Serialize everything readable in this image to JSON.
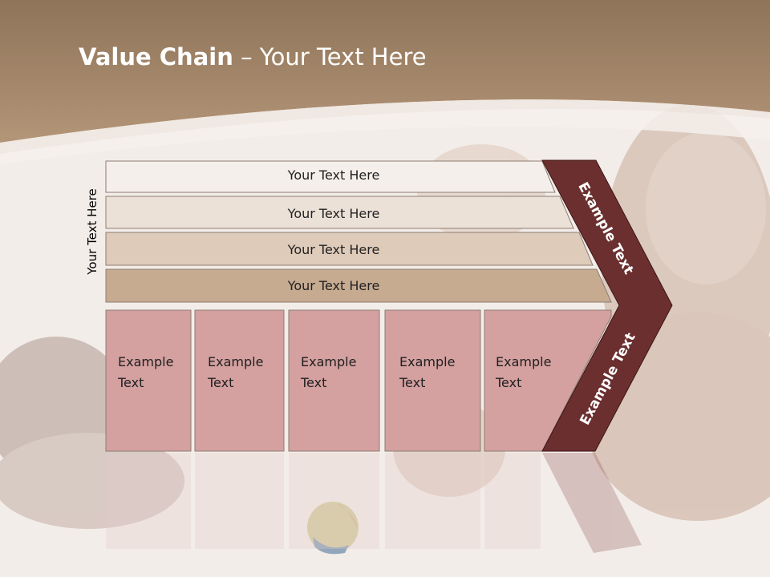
{
  "title": {
    "bold": "Value Chain",
    "rest": " – Your Text Here"
  },
  "side_label": "Your Text Here",
  "rows": [
    {
      "label": "Your Text Here",
      "color": "#f4efeb"
    },
    {
      "label": "Your Text Here",
      "color": "#ece1d7"
    },
    {
      "label": "Your Text Here",
      "color": "#dfcbb9"
    },
    {
      "label": "Your Text Here",
      "color": "#c6ab91"
    }
  ],
  "cells": [
    {
      "line1": "Example",
      "line2": "Text"
    },
    {
      "line1": "Example",
      "line2": "Text"
    },
    {
      "line1": "Example",
      "line2": "Text"
    },
    {
      "line1": "Example",
      "line2": "Text"
    },
    {
      "line1": "Example",
      "line2": "Text"
    }
  ],
  "chevron_upper_label": "Example Text",
  "chevron_lower_label": "Example Text",
  "colors": {
    "header": "#a98a6c",
    "cell": "#d4a0a0",
    "chevron": "#6b2f2f"
  }
}
